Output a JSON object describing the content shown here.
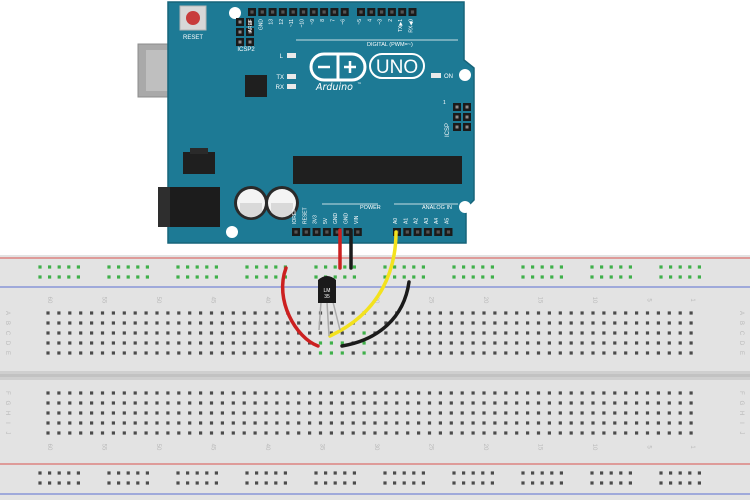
{
  "arduino": {
    "reset_label": "RESET",
    "icsp2_label": "ICSP2",
    "icsp_label": "ICSP",
    "icsp_pin_one": "1",
    "led_l": "L",
    "led_tx": "TX",
    "led_rx": "RX",
    "led_on": "ON",
    "logo_word": "Arduino",
    "logo_tm": "™",
    "uno_text": "UNO",
    "digital_label": "DIGITAL (PWM=~)",
    "power_label": "POWER",
    "analog_label": "ANALOG IN",
    "digital_pins": [
      "AREF",
      "GND",
      "13",
      "12",
      "~11",
      "~10",
      "~9",
      "8",
      "7",
      "~6",
      "~5",
      "4",
      "~3",
      "2",
      "TX▶1",
      "RX◀0"
    ],
    "power_pins": [
      "IOREF",
      "RESET",
      "3V3",
      "5V",
      "GND",
      "GND",
      "VIN"
    ],
    "analog_pins": [
      "A0",
      "A1",
      "A2",
      "A3",
      "A4",
      "A5"
    ]
  },
  "sensor": {
    "line1": "LM",
    "line2": "35"
  },
  "breadboard": {
    "row_letters_top": [
      "A",
      "B",
      "C",
      "D",
      "E"
    ],
    "row_letters_bottom": [
      "F",
      "G",
      "H",
      "I",
      "J"
    ],
    "column_numbers": [
      "60",
      "55",
      "50",
      "45",
      "40",
      "35",
      "30",
      "25",
      "20",
      "15",
      "10",
      "5",
      "1"
    ]
  },
  "colors": {
    "board": "#1d7a95",
    "board_edge": "#1a6b83",
    "breadboard": "#e1e1e1",
    "rail_red": "#d9534f",
    "rail_blue": "#5b6fd0",
    "wire_red": "#cc2020",
    "wire_black": "#1b1b1b",
    "wire_yellow": "#f3e21e",
    "hole_green": "#3fb04a"
  }
}
